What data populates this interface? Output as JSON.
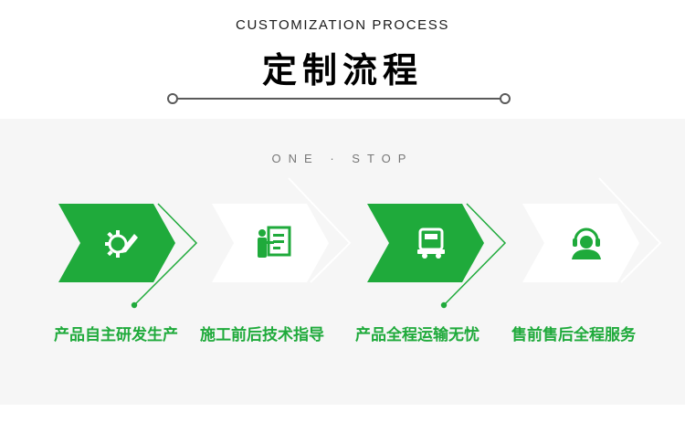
{
  "header": {
    "subtitle": "CUSTOMIZATION PROCESS",
    "title": "定制流程"
  },
  "tagline": "ONE · STOP",
  "colors": {
    "accent": "#1faa3b",
    "panel_bg": "#f6f6f6",
    "divider": "#5a5a5a"
  },
  "steps": [
    {
      "label": "产品自主研发生产",
      "icon": "gear-pencil-icon",
      "style": "filled"
    },
    {
      "label": "施工前后技术指导",
      "icon": "presenter-board-icon",
      "style": "outline"
    },
    {
      "label": "产品全程运输无忧",
      "icon": "truck-icon",
      "style": "filled"
    },
    {
      "label": "售前售后全程服务",
      "icon": "customer-service-icon",
      "style": "outline"
    }
  ]
}
